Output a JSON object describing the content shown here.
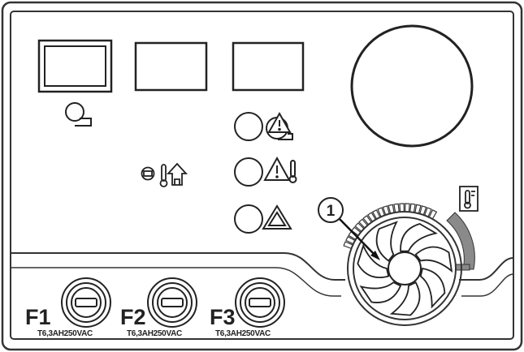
{
  "panel": {
    "callout": "1",
    "fuses": [
      {
        "label": "F1",
        "rating": "T6,3AH250VAC"
      },
      {
        "label": "F2",
        "rating": "T6,3AH250VAC"
      },
      {
        "label": "F3",
        "rating": "T6,3AH250VAC"
      }
    ],
    "displays": [
      "power-switch-window",
      "display-window",
      "display-window"
    ],
    "indicators": [
      {
        "icon": "power-warning-icon"
      },
      {
        "icon": "overtemperature-warning-icon"
      },
      {
        "icon": "general-warning-icon"
      }
    ],
    "fan_ring_segments": 20,
    "colors": {
      "line": "#222222",
      "face": "#ffffff",
      "accent_grey": "#8a8a8a"
    }
  }
}
